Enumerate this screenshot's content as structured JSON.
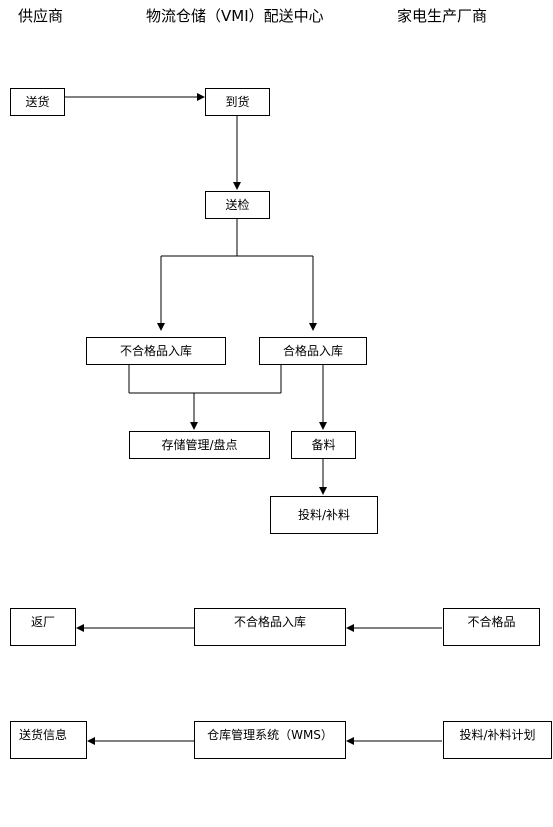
{
  "headers": {
    "supplier": "供应商",
    "vmi_center": "物流仓储（VMI）配送中心",
    "manufacturer": "家电生产厂商"
  },
  "nodes": {
    "ship_goods": "送货",
    "arrival": "到货",
    "send_inspection": "送检",
    "unqualified_storage": "不合格品入库",
    "qualified_storage": "合格品入库",
    "storage_management": "存储管理/盘点",
    "prepare_materials": "备料",
    "feed_replenish": "投料/补料",
    "return_factory": "返厂",
    "unqualified_storage_2": "不合格品入库",
    "unqualified_goods": "不合格品",
    "delivery_info": "送货信息",
    "wms": "仓库管理系统（WMS）",
    "feed_plan": "投料/补料计划"
  }
}
